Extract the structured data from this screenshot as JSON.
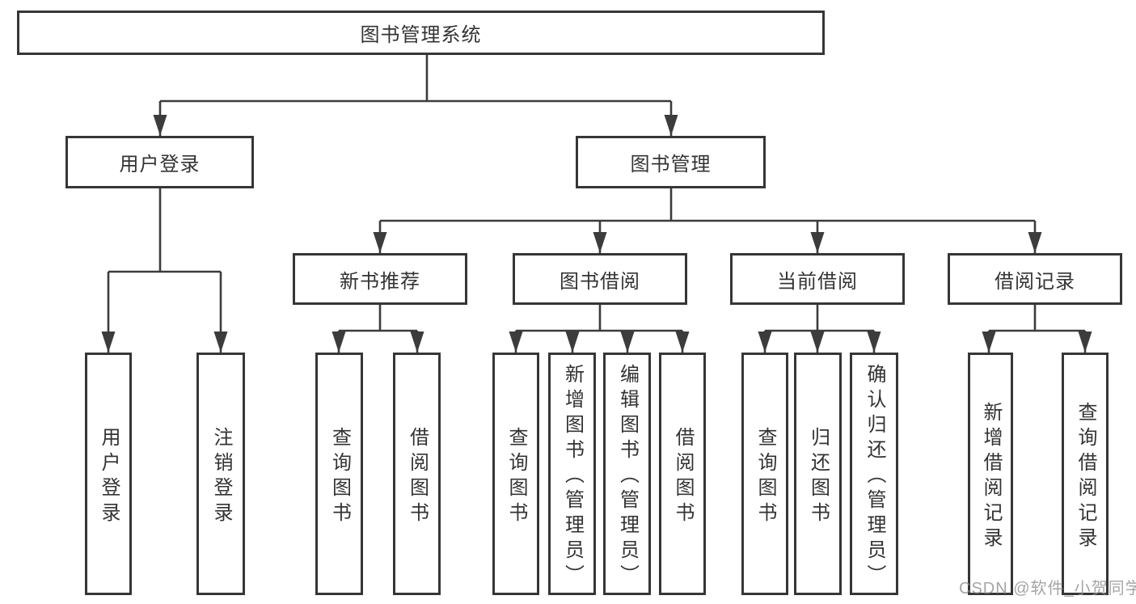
{
  "diagram": {
    "title": "图书管理系统",
    "level1": {
      "user_login": "用户登录",
      "book_mgmt": "图书管理"
    },
    "level2": {
      "new_book_rec": "新书推荐",
      "book_borrow": "图书借阅",
      "current_borrow": "当前借阅",
      "borrow_record": "借阅记录"
    },
    "leaves": {
      "user_login": "用户登录",
      "logout": "注销登录",
      "rec_query_book": "查询图书",
      "rec_borrow_book": "借阅图书",
      "bb_query_book": "查询图书",
      "bb_add_book": "新增图书（管理员）",
      "bb_edit_book": "编辑图书（管理员）",
      "bb_borrow_book": "借阅图书",
      "cb_query_book": "查询图书",
      "cb_return_book": "归还图书",
      "cb_confirm_return": "确认归还（管理员）",
      "br_add_record": "新增借阅记录",
      "br_query_record": "查询借阅记录"
    }
  },
  "watermark": "CSDN @软件_小贺同学",
  "colors": {
    "line": "#3c3c3c",
    "border": "#363636",
    "text": "#333333",
    "watermark_gray": "#919191",
    "background": "#ffffff"
  }
}
